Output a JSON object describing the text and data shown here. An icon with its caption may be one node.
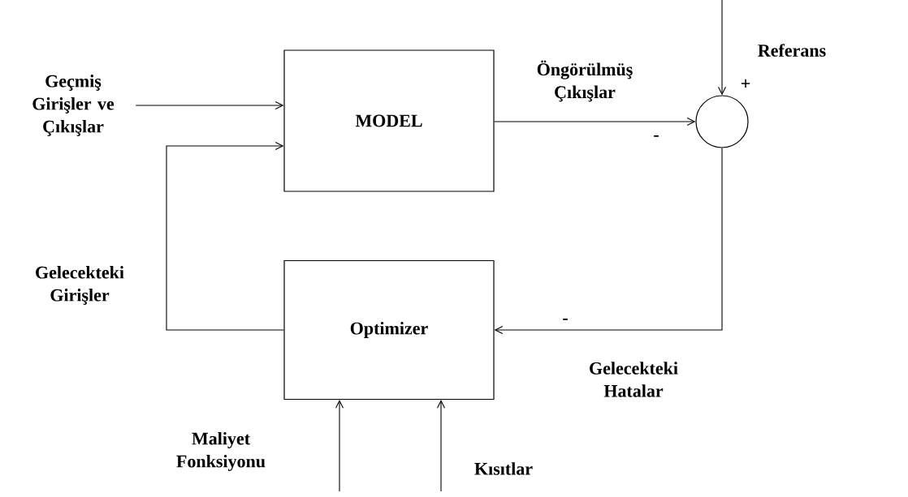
{
  "diagram": {
    "nodes": [
      {
        "text": [
          "MODEL"
        ]
      },
      {
        "text": [
          "Optimizer"
        ]
      },
      {
        "text": [],
        "shape": "circle"
      },
      {
        "text": [
          "Geçmiş Girişler ve Çıkışlar"
        ]
      }
    ],
    "edges": [
      {
        "from": 3,
        "to": 0,
        "arrow": "to"
      },
      {
        "from": 0,
        "to": 2,
        "arrow": "to",
        "label": "Öngörülmüş Çıkışlar"
      },
      {
        "from": null,
        "to": 2,
        "arrow": "to",
        "label": "Referans"
      },
      {
        "from": 2,
        "to": 1,
        "arrow": "to",
        "label": "Gelecekteki Hatalar"
      },
      {
        "from": 1,
        "to": 0,
        "arrow": "to",
        "label": "Gelecekteki Girişler"
      },
      {
        "from": null,
        "to": 1,
        "arrow": "to",
        "label": "Maliyet Fonksiyonu"
      },
      {
        "from": null,
        "to": 1,
        "arrow": "to",
        "label": "Kısıtlar"
      }
    ],
    "labels": [
      "+",
      "-",
      "-"
    ]
  }
}
